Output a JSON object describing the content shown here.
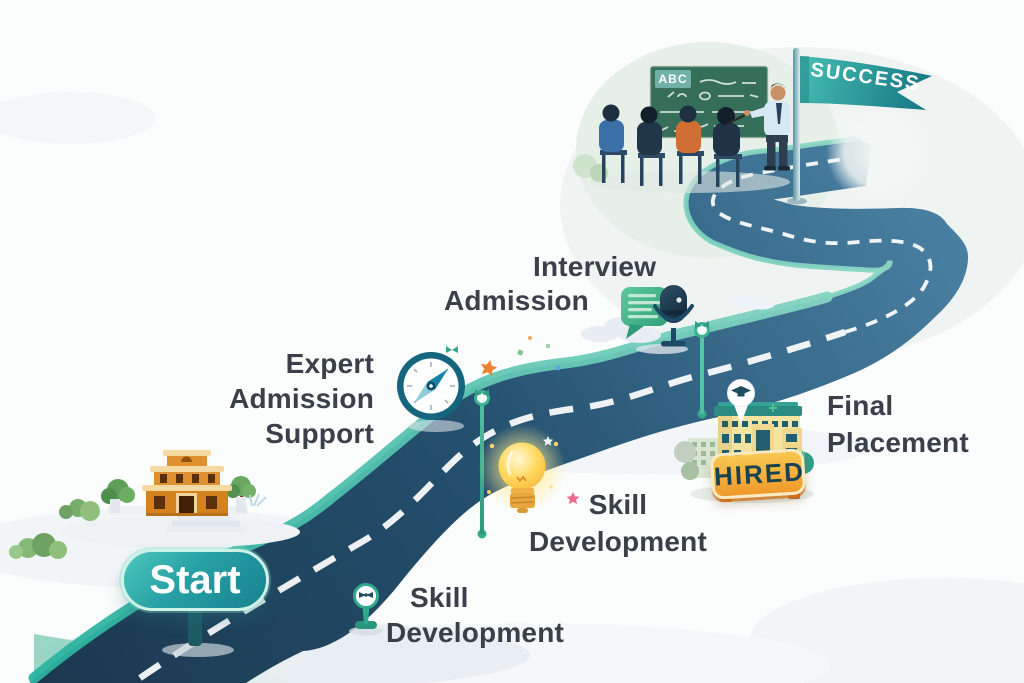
{
  "scene": {
    "start_label": "Start",
    "flag_label": "SUCCESS",
    "chalkboard_text": "ABC",
    "hired_sign_text": "HIRED"
  },
  "milestones": [
    {
      "id": "skill-development-1",
      "lines": [
        "Skill",
        "Development"
      ],
      "icon": "milestone-pin-icon"
    },
    {
      "id": "expert-admission-support",
      "lines": [
        "Expert",
        "Admission",
        "Support"
      ],
      "icon": "compass-icon"
    },
    {
      "id": "skill-development-2",
      "lines": [
        "Skill",
        "Development"
      ],
      "icon": "lightbulb-icon"
    },
    {
      "id": "admission-interview",
      "lines": [
        "Interview",
        "Admission"
      ],
      "icon": "microphone-chat-icon"
    },
    {
      "id": "final-placement",
      "lines": [
        "Final",
        "Placement"
      ],
      "icon": "hired-building-icon"
    }
  ],
  "icons": [
    "school-building-icon",
    "compass-icon",
    "lightbulb-icon",
    "microphone-chat-icon",
    "hired-building-icon",
    "location-pin-icon",
    "milestone-pin-icon",
    "success-flag-icon",
    "chalkboard-icon",
    "classroom-icon",
    "road-icon",
    "cloud-icon",
    "star-icon"
  ],
  "colors": {
    "background": "#fbfcfc",
    "road_dark": "#1b384e",
    "road_light": "#487ea0",
    "road_edge_teal": "#3cb8a4",
    "dash_white": "#ffffff",
    "label_text": "#394049",
    "start_sign_teal": "#1f949c",
    "flag_teal": "#1f8791",
    "hired_orange": "#f2a434",
    "chalkboard_green": "#3c7a64",
    "pin_green": "#2fa98c"
  }
}
